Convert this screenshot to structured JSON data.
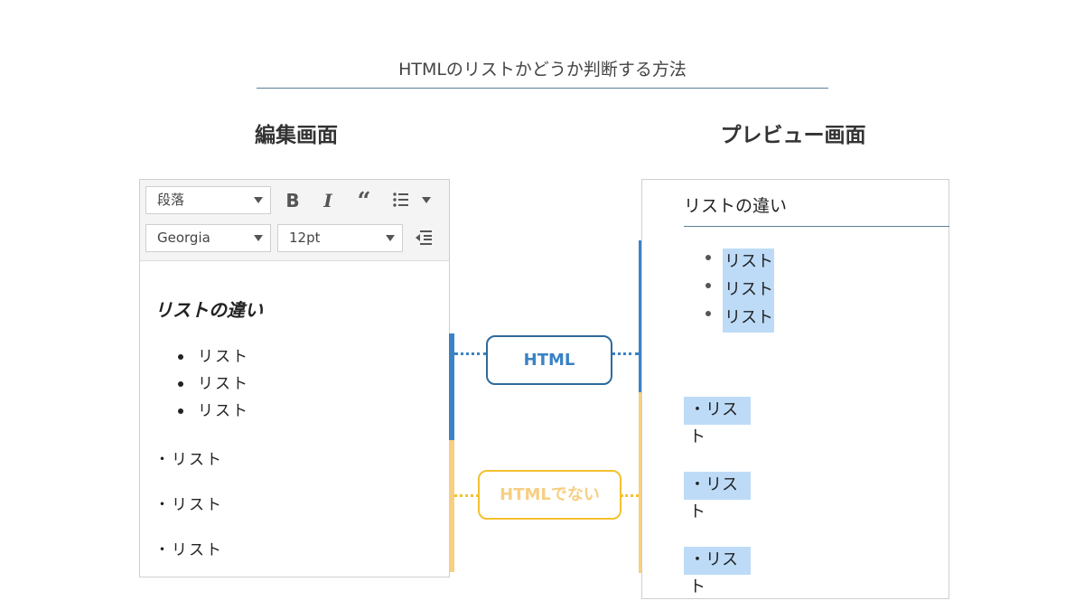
{
  "title": "HTMLのリストかどうか判断する方法",
  "headings": {
    "left": "編集画面",
    "right": "プレビュー画面"
  },
  "editor": {
    "toolbar": {
      "format_select": "段落",
      "font_select": "Georgia",
      "size_select": "12pt",
      "icons": [
        "bold-icon",
        "italic-icon",
        "blockquote-icon",
        "bullet-list-icon",
        "dropdown-arrow-icon",
        "outdent-icon"
      ]
    },
    "content": {
      "heading": "リストの違い",
      "list_items": [
        "リスト",
        "リスト",
        "リスト"
      ],
      "plain_items": [
        "・リスト",
        "・リスト",
        "・リスト"
      ]
    }
  },
  "labels": {
    "html": "HTML",
    "not_html": "HTMLでない"
  },
  "preview": {
    "heading": "リストの違い",
    "list_items": [
      "リスト",
      "リスト",
      "リスト"
    ],
    "plain_items": [
      "・リスト",
      "・リスト",
      "・リスト"
    ]
  },
  "colors": {
    "html": "#3a82c4",
    "not_html": "#f7cf83",
    "highlight": "#bddbf7",
    "tag_html_border": "#2f6a99",
    "tag_not_html_border": "#f3c12f"
  }
}
